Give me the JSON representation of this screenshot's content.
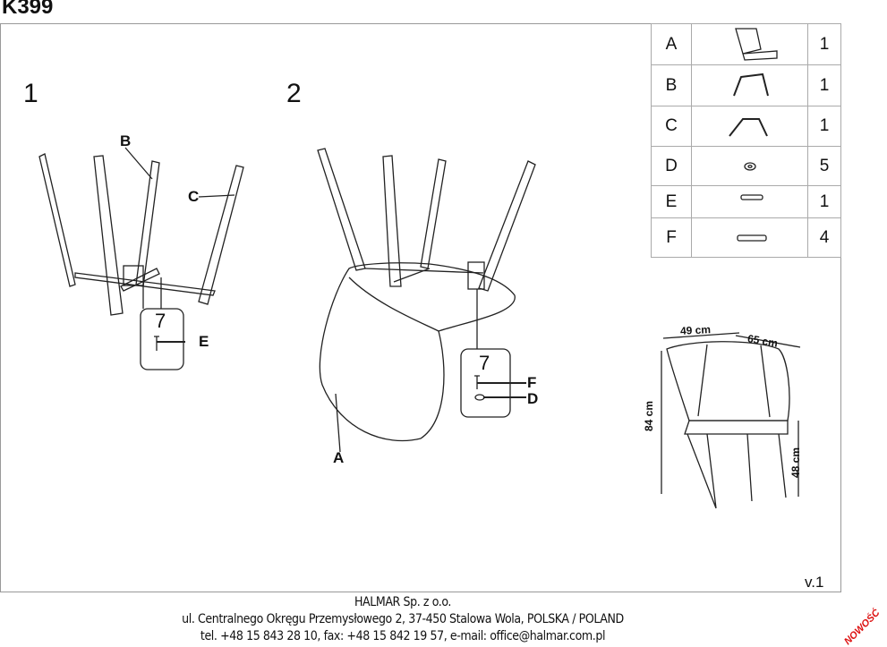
{
  "title": "K399",
  "steps": [
    "1",
    "2"
  ],
  "parts": [
    {
      "letter": "A",
      "icon": "seat-icon",
      "qty": "1"
    },
    {
      "letter": "B",
      "icon": "front-leg-frame-icon",
      "qty": "1"
    },
    {
      "letter": "C",
      "icon": "rear-leg-frame-icon",
      "qty": "1"
    },
    {
      "letter": "D",
      "icon": "washer-icon",
      "qty": "5"
    },
    {
      "letter": "E",
      "icon": "short-bolt-icon",
      "qty": "1"
    },
    {
      "letter": "F",
      "icon": "long-bolt-icon",
      "qty": "4"
    }
  ],
  "callouts": {
    "b": "B",
    "c": "C",
    "e": "E",
    "f": "F",
    "d": "D",
    "a": "A",
    "allen1": "7",
    "allen2": "7"
  },
  "dimensions": {
    "width": "49 cm",
    "depth": "65 cm",
    "height": "84 cm",
    "seat_height": "48 cm"
  },
  "version": "v.1",
  "footer": [
    "HALMAR Sp. z o.o.",
    "ul. Centralnego Okręgu Przemysłowego 2, 37-450 Stalowa Wola, POLSKA / POLAND",
    "tel. +48 15 843 28 10, fax: +48 15 842 19 57, e-mail: office@halmar.com.pl"
  ],
  "badge": "NOWOŚĆ"
}
